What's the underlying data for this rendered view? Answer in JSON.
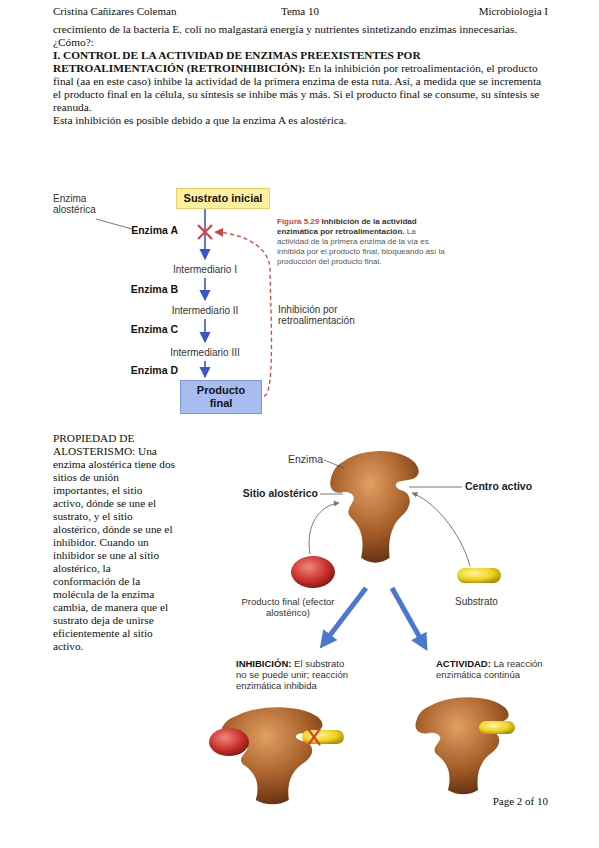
{
  "diagram": {
    "nodes": [
      {
        "text": [
          "Sustrato inicial"
        ]
      },
      {
        "text": [
          "Producto final"
        ]
      }
    ],
    "labels": [
      "Cristina Cañizares Coleman",
      "Tema 10",
      "Microbiologia I",
      "crecimiento de la bacteria E. coli no malgastará energía y nutrientes sintetizando enzimas innecesarias.",
      "¿Cómo?:",
      "I. CONTROL DE LA ACTIVIDAD DE ENZIMAS PREEXISTENTES POR RETROALIMENTACIÓN (RETROINHIBICIÓN):",
      "En la inhibición por retroalimentación, el producto final (aa en este caso) inhibe la actividad de la primera enzima de esta ruta. Así, a medida que se incrementa el producto final en la célula, su síntesis se inhibe más y más. Si el producto final se consume, su síntesis se reanuda.",
      "Esta inhibición es posible debido a que la enzima A es alostérica.",
      "Enzima alostérica",
      "Enzima A",
      "Intermediario I",
      "Enzima B",
      "Intermediario II",
      "Enzima C",
      "Intermediario III",
      "Enzima D",
      "Figura 5.29",
      "Inhibición de la actividad enzimática por retroalimentación.",
      "La actividad de la primera enzima de la vía es inhibida por el producto final, bloqueando así la producción del producto final.",
      "Inhibición por retroalimentación",
      "PROPIEDAD DE ALOSTERISMO:",
      "Una enzima alostérica tiene dos sitios de unión importantes, el sitio activo, dónde se une el sustrato, y el sitio alostérico, dónde se une el inhibidor. Cuando un inhibidor se une al sitio alostérico, la conformación de la molécula de la enzima cambia, de manera que el sustrato deja de unirse eficientemente al sitio activo.",
      "Enzima",
      "Sitio alostérico",
      "Centro activo",
      "Producto final (efector alostérico)",
      "Substrato",
      "INHIBICIÓN:",
      "El substrato no se puede unir; reacción enzimática inhibida",
      "ACTIVIDAD:",
      "La reacción enzimática continúa",
      "Page 2 of 10"
    ]
  }
}
